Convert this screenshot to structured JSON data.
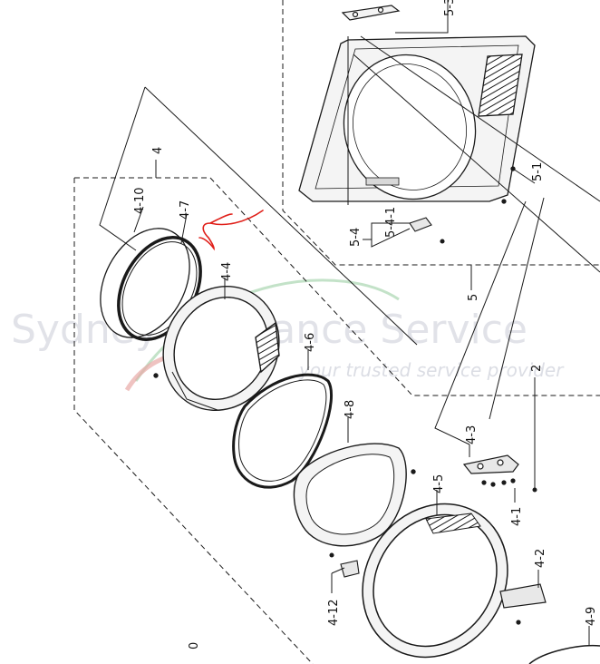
{
  "diagram": {
    "labels": {
      "l_5_3": "5-3",
      "l_5_1": "5-1",
      "l_5_4": "5-4",
      "l_5_4_1": "5-4-1",
      "l_5": "5",
      "l_4": "4",
      "l_4_10": "4-10",
      "l_4_7": "4-7",
      "l_4_4": "4-4",
      "l_4_6": "4-6",
      "l_4_8": "4-8",
      "l_4_5": "4-5",
      "l_4_3": "4-3",
      "l_4_1": "4-1",
      "l_2": "2",
      "l_4_2": "4-2",
      "l_4_12": "4-12",
      "l_4_9": "4-9",
      "l_0": "0"
    },
    "watermark": {
      "brand": "Sydney Appliance Service",
      "tagline": "your trusted service provider"
    },
    "colors": {
      "line": "#1a1a1a",
      "part_fill": "#f4f4f4",
      "shade": "#d8d8d8",
      "annotation": "#e0201a",
      "watermark_text": "#c9ccd6",
      "watermark_swoosh_red": "#e8a9a6",
      "watermark_swoosh_green": "#a9d6b0"
    }
  }
}
